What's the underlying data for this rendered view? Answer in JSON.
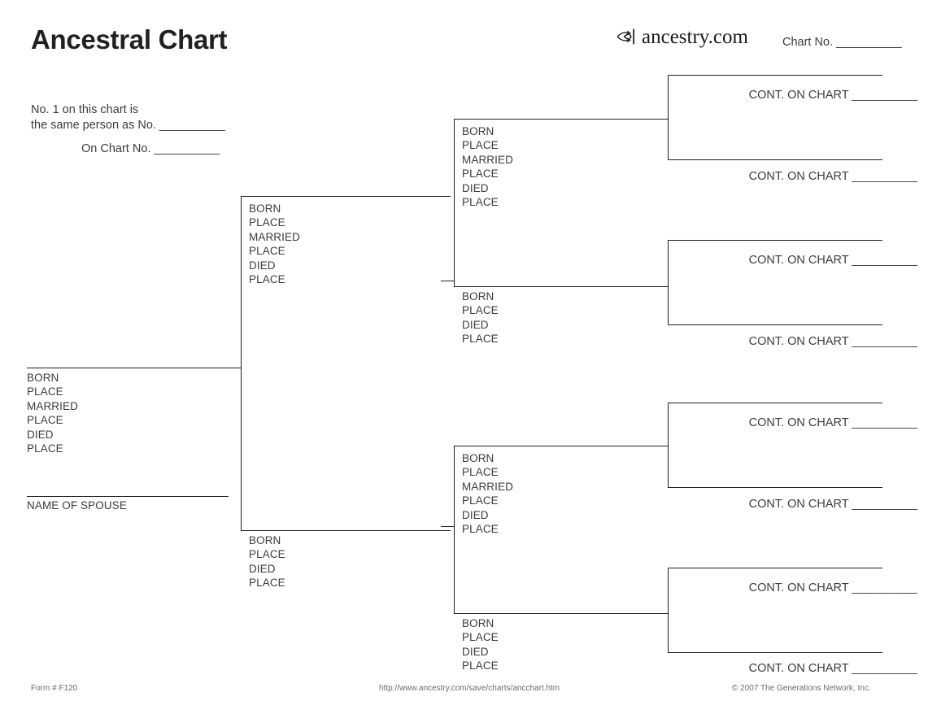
{
  "header": {
    "title": "Ancestral Chart",
    "logo_icon": "ancestry-leaf-logo-icon",
    "logo_text": "ancestry.com",
    "chart_no_label": "Chart No. __________"
  },
  "note": {
    "line1": "No. 1 on this chart is",
    "line2": "the same person as No. __________",
    "line3": "On Chart No. __________"
  },
  "labels": {
    "born": "BORN",
    "place": "PLACE",
    "married": "MARRIED",
    "died": "DIED",
    "name_of_spouse": "NAME OF SPOUSE",
    "cont_on_chart": "CONT. ON CHART __________"
  },
  "person1": {
    "fields": [
      "BORN",
      "PLACE",
      "MARRIED",
      "PLACE",
      "DIED",
      "PLACE"
    ],
    "spouse_caption": "NAME OF SPOUSE"
  },
  "generation2": [
    {
      "position": "father",
      "fields": [
        "BORN",
        "PLACE",
        "MARRIED",
        "PLACE",
        "DIED",
        "PLACE"
      ]
    },
    {
      "position": "mother",
      "fields": [
        "BORN",
        "PLACE",
        "DIED",
        "PLACE"
      ]
    }
  ],
  "generation3": [
    {
      "position": "paternal-grandfather",
      "fields": [
        "BORN",
        "PLACE",
        "MARRIED",
        "PLACE",
        "DIED",
        "PLACE"
      ]
    },
    {
      "position": "paternal-grandmother",
      "fields": [
        "BORN",
        "PLACE",
        "DIED",
        "PLACE"
      ]
    },
    {
      "position": "maternal-grandfather",
      "fields": [
        "BORN",
        "PLACE",
        "MARRIED",
        "PLACE",
        "DIED",
        "PLACE"
      ]
    },
    {
      "position": "maternal-grandmother",
      "fields": [
        "BORN",
        "PLACE",
        "DIED",
        "PLACE"
      ]
    }
  ],
  "generation4": [
    {
      "position": "great-grandparent-1",
      "cont": "CONT. ON CHART __________"
    },
    {
      "position": "great-grandparent-2",
      "cont": "CONT. ON CHART __________"
    },
    {
      "position": "great-grandparent-3",
      "cont": "CONT. ON CHART __________"
    },
    {
      "position": "great-grandparent-4",
      "cont": "CONT. ON CHART __________"
    },
    {
      "position": "great-grandparent-5",
      "cont": "CONT. ON CHART __________"
    },
    {
      "position": "great-grandparent-6",
      "cont": "CONT. ON CHART __________"
    },
    {
      "position": "great-grandparent-7",
      "cont": "CONT. ON CHART __________"
    },
    {
      "position": "great-grandparent-8",
      "cont": "CONT. ON CHART __________"
    }
  ],
  "footer": {
    "form_number": "Form # F120",
    "url": "http://www.ancestry.com/save/charts/ancchart.htm",
    "copyright": "© 2007 The Generations Network, Inc."
  },
  "colors": {
    "line": "#231f20",
    "text": "#3b3b44",
    "footer_text": "#6a6a72",
    "background": "#ffffff"
  }
}
